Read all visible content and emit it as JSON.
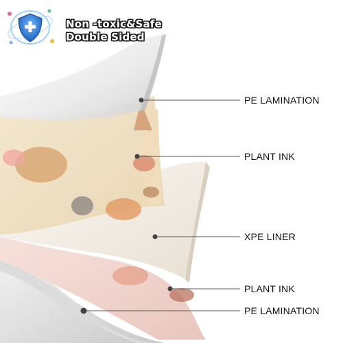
{
  "badge": {
    "line1": "Non -toxic&Safe",
    "line2": "Double Sided",
    "icon": "shield-plus-icon",
    "shield_color": "#2f7fd6"
  },
  "layers": [
    {
      "id": "pe-lamination-top",
      "label": "PE LAMINATION"
    },
    {
      "id": "plant-ink-top",
      "label": "PLANT INK"
    },
    {
      "id": "xpe-liner",
      "label": "XPE LINER"
    },
    {
      "id": "plant-ink-bottom",
      "label": "PLANT INK"
    },
    {
      "id": "pe-lamination-bottom",
      "label": "PE LAMINATION"
    }
  ],
  "colors": {
    "film": "#e6e6e6",
    "print_top": "#f0e3c8",
    "foam": "#f3eee6",
    "print_bottom": "#f4d8d2",
    "leader": "#555555"
  }
}
